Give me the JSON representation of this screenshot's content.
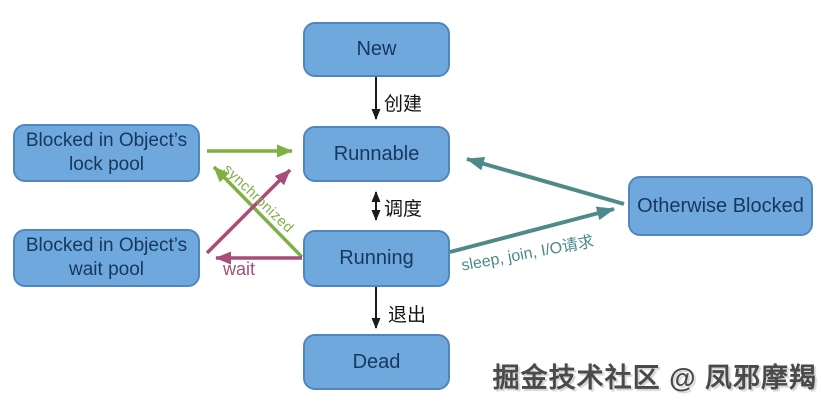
{
  "diagram": {
    "type": "state-diagram",
    "subject": "thread-lifecycle",
    "nodes": {
      "new": {
        "label": "New"
      },
      "runnable": {
        "label": "Runnable"
      },
      "running": {
        "label": "Running"
      },
      "dead": {
        "label": "Dead"
      },
      "lock_pool": {
        "line1": "Blocked in Object’s",
        "line2": "lock pool"
      },
      "wait_pool": {
        "line1": "Blocked in Object’s",
        "line2": "wait pool"
      },
      "otherwise_blocked": {
        "label": "Otherwise Blocked"
      }
    },
    "labels": {
      "create": "创建",
      "schedule": "调度",
      "exit": "退出",
      "synchronized": "synchronized",
      "wait": "wait",
      "sleep_join_io": "sleep, join, I/O请求"
    },
    "edges": [
      {
        "from": "New",
        "to": "Runnable",
        "label": "创建",
        "color": "#1b1b1b",
        "bidirectional": false
      },
      {
        "from": "Runnable",
        "to": "Running",
        "label": "调度",
        "color": "#1b1b1b",
        "bidirectional": true
      },
      {
        "from": "Running",
        "to": "Dead",
        "label": "退出",
        "color": "#1b1b1b",
        "bidirectional": false
      },
      {
        "from": "Running",
        "to": "Blocked in Object’s lock pool",
        "label": "synchronized",
        "color": "#7eb043",
        "bidirectional": false
      },
      {
        "from": "Blocked in Object’s lock pool",
        "to": "Runnable",
        "label": "",
        "color": "#7eb043",
        "bidirectional": false
      },
      {
        "from": "Running",
        "to": "Blocked in Object’s wait pool",
        "label": "wait",
        "color": "#a64d79",
        "bidirectional": false
      },
      {
        "from": "Blocked in Object’s wait pool",
        "to": "Runnable",
        "label": "",
        "color": "#a64d79",
        "bidirectional": false
      },
      {
        "from": "Running",
        "to": "Otherwise Blocked",
        "label": "sleep, join, I/O请求",
        "color": "#4f8a8b",
        "bidirectional": false
      },
      {
        "from": "Otherwise Blocked",
        "to": "Runnable",
        "label": "",
        "color": "#4f8a8b",
        "bidirectional": false
      }
    ],
    "colors": {
      "node_fill": "#6fa8dc",
      "node_border": "#4f86c0",
      "node_text": "#17375e",
      "black_edge": "#1b1b1b",
      "green_edge": "#7eb043",
      "purple_edge": "#a64d79",
      "teal_edge": "#4f8a8b"
    }
  },
  "watermark": "掘金技术社区 @ 凤邪摩羯"
}
